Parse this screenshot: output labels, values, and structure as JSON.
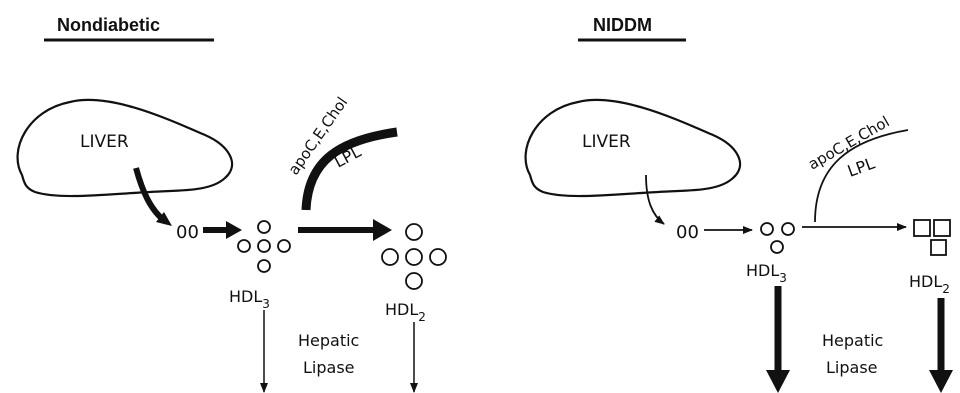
{
  "panels": [
    {
      "title": "Nondiabetic",
      "liver": "LIVER",
      "cofactors": "apoC,E,Chol",
      "enzyme": "LPL",
      "hdl3": {
        "base": "HDL",
        "sub": "3"
      },
      "hdl2": {
        "base": "HDL",
        "sub": "2"
      },
      "nascent": "00",
      "hepatic_lipase": [
        "Hepatic",
        "Lipase"
      ]
    },
    {
      "title": "NIDDM",
      "liver": "LIVER",
      "cofactors": "apoC,E,Chol",
      "enzyme": "LPL",
      "hdl3": {
        "base": "HDL",
        "sub": "3"
      },
      "hdl2": {
        "base": "HDL",
        "sub": "2"
      },
      "nascent": "00",
      "hepatic_lipase": [
        "Hepatic",
        "Lipase"
      ]
    }
  ]
}
